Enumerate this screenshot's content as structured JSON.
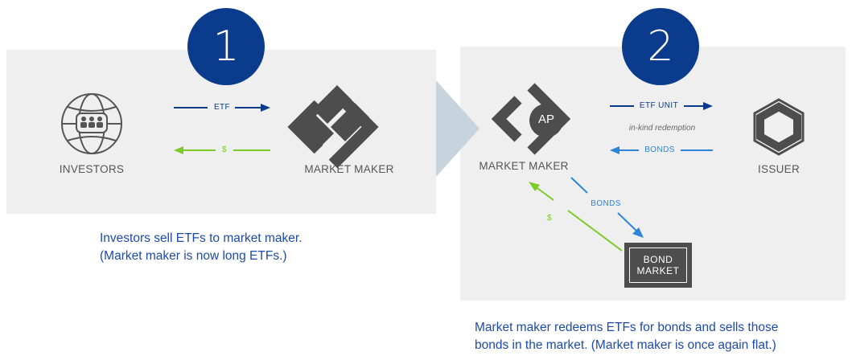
{
  "step1": {
    "number": "1",
    "investors_label": "INVESTORS",
    "market_maker_label": "MARKET MAKER",
    "etf_arrow_label": "ETF",
    "cash_arrow_label": "$",
    "caption_line1": "Investors sell ETFs to market maker.",
    "caption_line2": "(Market maker is now long ETFs.)"
  },
  "step2": {
    "number": "2",
    "ap_badge": "AP",
    "market_maker_label": "MARKET MAKER",
    "issuer_label": "ISSUER",
    "etf_unit_label": "ETF UNIT",
    "in_kind_label": "in-kind redemption",
    "bonds_label": "BONDS",
    "bonds_down_label": "BONDS",
    "cash_up_label": "$",
    "bond_market_line1": "BOND",
    "bond_market_line2": "MARKET",
    "caption_line1": "Market maker redeems ETFs for bonds and sells those",
    "caption_line2": "bonds in the market. (Market maker is once again flat.)"
  },
  "colors": {
    "navy": "#0b3b8c",
    "blue": "#2f83d8",
    "green": "#7cc92a",
    "dark_gray": "#4d4d4d",
    "panel": "#efefef",
    "chevron": "#c7d4de"
  }
}
